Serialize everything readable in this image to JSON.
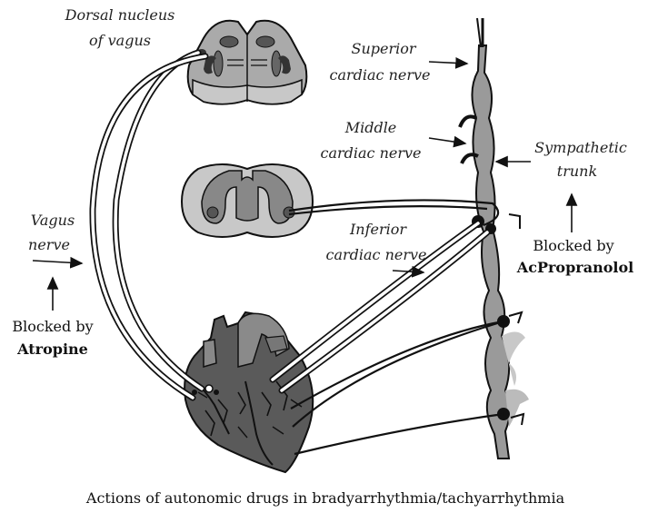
{
  "labels": {
    "dorsal_nucleus_line1": "Dorsal nucleus",
    "dorsal_nucleus_line2": "of vagus",
    "superior_line1": "Superior",
    "superior_line2": "cardiac nerve",
    "middle_line1": "Middle",
    "middle_line2": "cardiac nerve",
    "sympathetic_line1": "Sympathetic",
    "sympathetic_line2": "trunk",
    "vagus_line1": "Vagus",
    "vagus_line2": "nerve",
    "inferior_line1": "Inferior",
    "inferior_line2": "cardiac nerve"
  },
  "blockers": {
    "sympathetic_prefix": "Blocked by",
    "sympathetic_drug": "AcPropranolol",
    "vagus_prefix": "Blocked by",
    "vagus_drug": "Atropine"
  },
  "caption": "Actions of autonomic drugs in bradyarrhythmia/tachyarrhythmia",
  "colors": {
    "dark_gray": "#555555",
    "mid_gray": "#888888",
    "light_gray": "#c8c8c8",
    "heart_dark": "#4a4a4a"
  }
}
